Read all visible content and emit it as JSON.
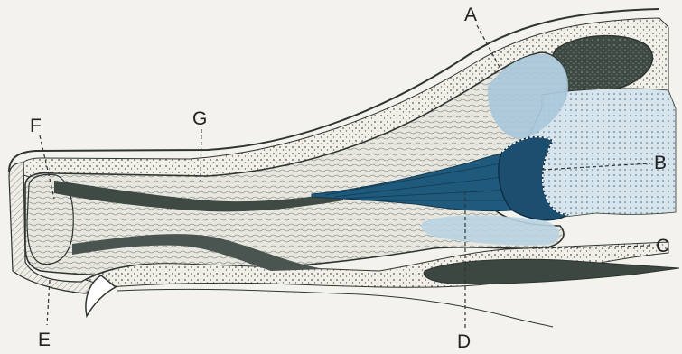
{
  "labels": {
    "a": "A",
    "b": "B",
    "c": "C",
    "d": "D",
    "e": "E",
    "f": "F",
    "g": "G"
  },
  "colors": {
    "paper": "#f4f2ec",
    "ink": "#2e3530",
    "dark_tissue": "#3f4a44",
    "blue_dark": "#1f5a7c",
    "blue_mid": "#3f7ea3",
    "blue_light": "#a9c8da",
    "blue_pale": "#d8e6ee",
    "fiber_fill": "#e6e6df"
  }
}
